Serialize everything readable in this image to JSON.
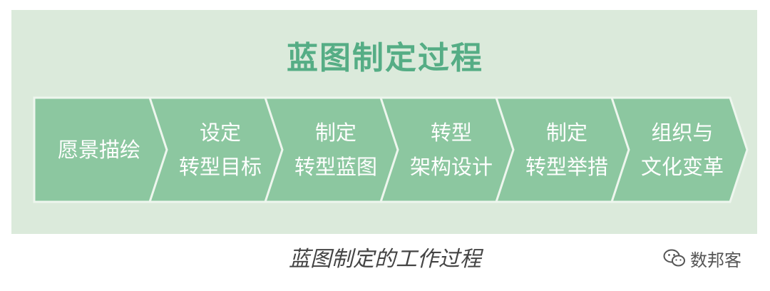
{
  "title": "蓝图制定过程",
  "steps": [
    {
      "lines": [
        "愿景描绘"
      ]
    },
    {
      "lines": [
        "设定",
        "转型目标"
      ]
    },
    {
      "lines": [
        "制定",
        "转型蓝图"
      ]
    },
    {
      "lines": [
        "转型",
        "架构设计"
      ]
    },
    {
      "lines": [
        "制定",
        "转型举措"
      ]
    },
    {
      "lines": [
        "组织与",
        "文化变革"
      ]
    }
  ],
  "caption": "蓝图制定的工作过程",
  "watermark": {
    "text": "数邦客",
    "icon": "wechat-icon"
  },
  "colors": {
    "panel": "#dbeadb",
    "title": "#55ad85",
    "chevron": "#8cc7a0",
    "chevron_stroke": "#eef6ee"
  }
}
